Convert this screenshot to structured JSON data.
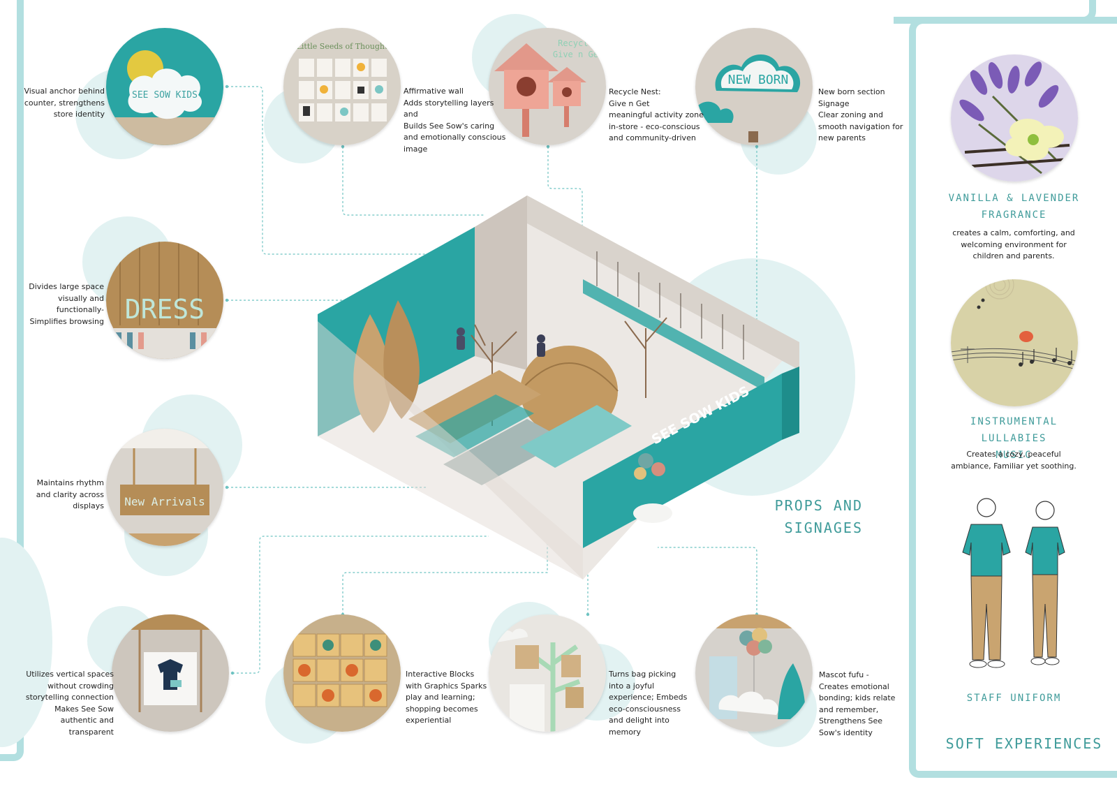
{
  "colors": {
    "teal": "#2aa5a3",
    "teal_light": "#b2dfe0",
    "bubble": "#e2f2f2",
    "title_teal": "#3f9b9a",
    "wood": "#c8a26f"
  },
  "props": {
    "title_line1": "PROPS AND",
    "title_line2": "SIGNAGES",
    "items": [
      {
        "id": "see-sow-kids-sign",
        "caption": "Visual anchor behind\ncounter, strengthens\nstore identity",
        "sign_text": "SEE SOW KIDS"
      },
      {
        "id": "affirmative-wall",
        "caption": "Affirmative wall\nAdds storytelling layers\nand\nBuilds See Sow's caring\nand emotionally conscious\nimage",
        "sign_text": "Little Seeds of Thought"
      },
      {
        "id": "recycle-nest",
        "caption": "Recycle Nest:\nGive n Get\n meaningful activity zone\nin-store -  eco-conscious\nand community-driven",
        "sign_text": "Recycle\nGive n Get"
      },
      {
        "id": "new-born-sign",
        "caption": "New born section\nSignage\nClear zoning and\nsmooth navigation for\nnew parents",
        "sign_text": "NEW BORN"
      },
      {
        "id": "dress-sign",
        "caption": "Divides large space\nvisually and\nfunctionally-\nSimplifies browsing",
        "sign_text": "DRESS"
      },
      {
        "id": "new-arrivals-sign",
        "caption": "Maintains rhythm\nand clarity across\ndisplays",
        "sign_text": "New Arrivals"
      },
      {
        "id": "vertical-display",
        "caption": "Utilizes vertical spaces\nwithout crowding\nstorytelling connection\nMakes See Sow\nauthentic and\ntransparent"
      },
      {
        "id": "interactive-blocks",
        "caption": "Interactive Blocks\nwith Graphics Sparks\nplay and learning;\nshopping becomes\nexperiential"
      },
      {
        "id": "bag-picking",
        "caption": "Turns bag picking\ninto a joyful\nexperience; Embeds\neco-consciousness\nand delight into\nmemory"
      },
      {
        "id": "mascot-fufu",
        "caption": "Mascot fufu -\nCreates emotional\nbonding; kids relate\nand remember,\nStrengthens See\nSow's identity"
      }
    ]
  },
  "store_sign": "SEE SOW KIDS",
  "soft": {
    "title": "SOFT EXPERIENCES",
    "items": [
      {
        "id": "fragrance",
        "title_line1": "VANILLA & LAVENDER",
        "title_line2": "FRAGRANCE",
        "desc": "creates a calm, comforting, and\nwelcoming environment for\nchildren and parents."
      },
      {
        "id": "music",
        "title_line1": "INSTRUMENTAL LULLABIES",
        "title_line2": "MUSIC",
        "desc": "Creates a cozy, peaceful\nambiance, Familiar yet soothing."
      },
      {
        "id": "uniform",
        "title_line1": "STAFF UNIFORM",
        "title_line2": "",
        "desc": ""
      }
    ]
  }
}
